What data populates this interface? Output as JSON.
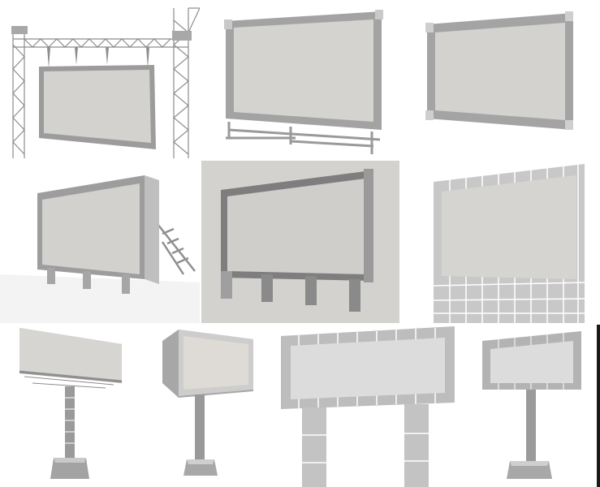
{
  "sheet": {
    "background": "#ffffff",
    "colors": {
      "frame": "#9a9a9a",
      "frame_light": "#c8c8c8",
      "panel": "#d6d5d2",
      "panel_dark": "#b9b9b9",
      "steel": "#8d8d8d",
      "ground": "#f2f2f2",
      "backdrop": "#d3d2cf"
    },
    "tiles": [
      {
        "variant": "truss-gantry-billboard"
      },
      {
        "variant": "freestanding-billboard-with-rail-legs"
      },
      {
        "variant": "flat-wall-billboard"
      },
      {
        "variant": "deep-billboard-with-stairs"
      },
      {
        "variant": "billboard-with-box-legs-on-grey-backdrop"
      },
      {
        "variant": "tiled-frame-wall-billboard"
      },
      {
        "variant": "single-pole-lattice-billboard"
      },
      {
        "variant": "single-pole-box-billboard"
      },
      {
        "variant": "two-column-tiled-billboard"
      },
      {
        "variant": "small-pole-tiled-billboard"
      }
    ]
  }
}
